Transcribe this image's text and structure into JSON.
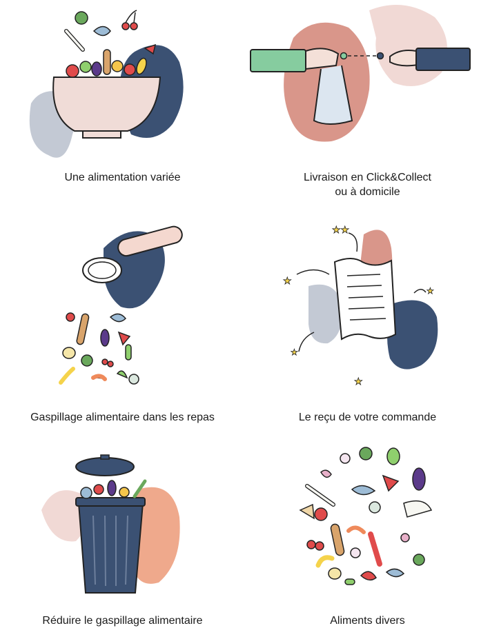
{
  "items": [
    {
      "caption": "Une alimentation variée",
      "icon": "salad-bowl-illustration"
    },
    {
      "caption": "Livraison en Click&Collect\nou à domicile",
      "icon": "bag-handover-illustration"
    },
    {
      "caption": "Gaspillage alimentaire dans les repas",
      "icon": "plate-scraping-food-illustration"
    },
    {
      "caption": "Le reçu de votre commande",
      "icon": "receipt-illustration"
    },
    {
      "caption": "Réduire le gaspillage alimentaire",
      "icon": "trash-bin-food-illustration"
    },
    {
      "caption": "Aliments divers",
      "icon": "food-circle-illustration"
    }
  ],
  "colors": {
    "navy": "#3b5173",
    "pink": "#e7cfcb",
    "salmon": "#d9968a",
    "grey_blue": "#c3c9d4",
    "orange": "#efa98c",
    "green": "#86cc9f",
    "outline": "#222222"
  }
}
